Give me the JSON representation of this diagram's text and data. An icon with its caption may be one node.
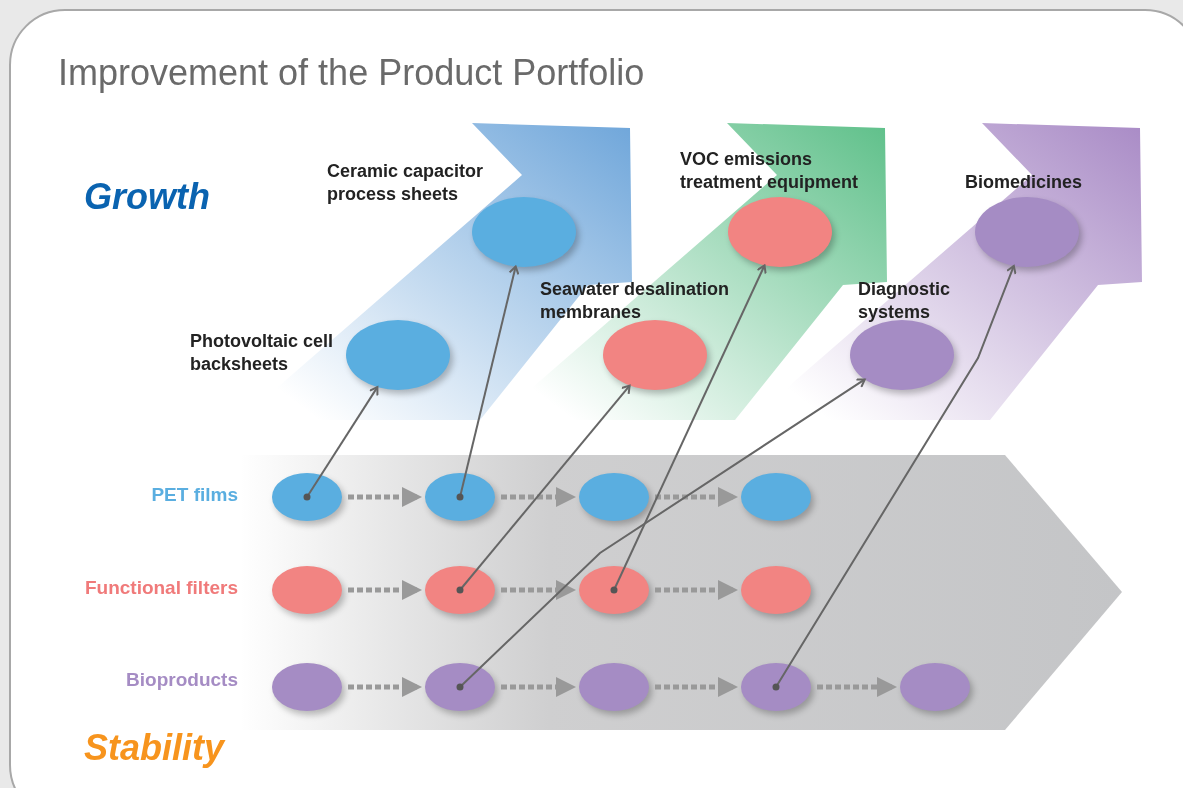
{
  "diagram": {
    "title": "Improvement of the Product Portfolio",
    "nodes": [
      {
        "text": [],
        "shape": "circle",
        "beside": [
          "Photovoltaic cell backsheets"
        ]
      },
      {
        "text": [],
        "shape": "circle",
        "beside": [
          "Ceramic capacitor process sheets"
        ]
      },
      {
        "text": [],
        "shape": "circle",
        "beside": [
          "Seawater desalination membranes"
        ]
      },
      {
        "text": [],
        "shape": "circle",
        "beside": [
          "VOC emissions treatment equipment"
        ]
      },
      {
        "text": [],
        "shape": "circle",
        "beside": [
          "Diagnostic systems"
        ]
      },
      {
        "text": [],
        "shape": "circle",
        "beside": [
          "Biomedicines"
        ]
      },
      {
        "text": [],
        "shape": "circle"
      },
      {
        "text": [],
        "shape": "circle"
      },
      {
        "text": [],
        "shape": "circle"
      },
      {
        "text": [],
        "shape": "circle"
      },
      {
        "text": [],
        "shape": "circle"
      },
      {
        "text": [],
        "shape": "circle"
      },
      {
        "text": [],
        "shape": "circle"
      },
      {
        "text": [],
        "shape": "circle"
      },
      {
        "text": [],
        "shape": "circle"
      },
      {
        "text": [],
        "shape": "circle"
      },
      {
        "text": [],
        "shape": "circle"
      },
      {
        "text": [],
        "shape": "circle"
      },
      {
        "text": [],
        "shape": "circle"
      }
    ],
    "edges": [
      {
        "from": 6,
        "to": 7,
        "arrow": "to",
        "style": "dashed",
        "color": "#999999"
      },
      {
        "from": 7,
        "to": 8,
        "arrow": "to",
        "style": "dashed",
        "color": "#999999"
      },
      {
        "from": 8,
        "to": 9,
        "arrow": "to",
        "style": "dashed",
        "color": "#999999"
      },
      {
        "from": 10,
        "to": 11,
        "arrow": "to",
        "style": "dashed",
        "color": "#999999"
      },
      {
        "from": 11,
        "to": 12,
        "arrow": "to",
        "style": "dashed",
        "color": "#999999"
      },
      {
        "from": 12,
        "to": 13,
        "arrow": "to",
        "style": "dashed",
        "color": "#999999"
      },
      {
        "from": 14,
        "to": 15,
        "arrow": "to",
        "style": "dashed",
        "color": "#999999"
      },
      {
        "from": 15,
        "to": 16,
        "arrow": "to",
        "style": "dashed",
        "color": "#999999"
      },
      {
        "from": 16,
        "to": 17,
        "arrow": "to",
        "style": "dashed",
        "color": "#999999"
      },
      {
        "from": 17,
        "to": 18,
        "arrow": "to",
        "style": "dashed",
        "color": "#999999"
      },
      {
        "from": 6,
        "to": 0,
        "arrow": "to"
      },
      {
        "from": 7,
        "to": 1,
        "arrow": "to"
      },
      {
        "from": 11,
        "to": 2,
        "arrow": "to"
      },
      {
        "from": 12,
        "to": 3,
        "arrow": "to"
      },
      {
        "from": 15,
        "to": 4,
        "arrow": "to"
      },
      {
        "from": 17,
        "to": 5,
        "arrow": "to"
      }
    ],
    "labels": [
      "Growth",
      "PET films",
      "Functional filters",
      "Bioproducts",
      "Stability"
    ]
  }
}
